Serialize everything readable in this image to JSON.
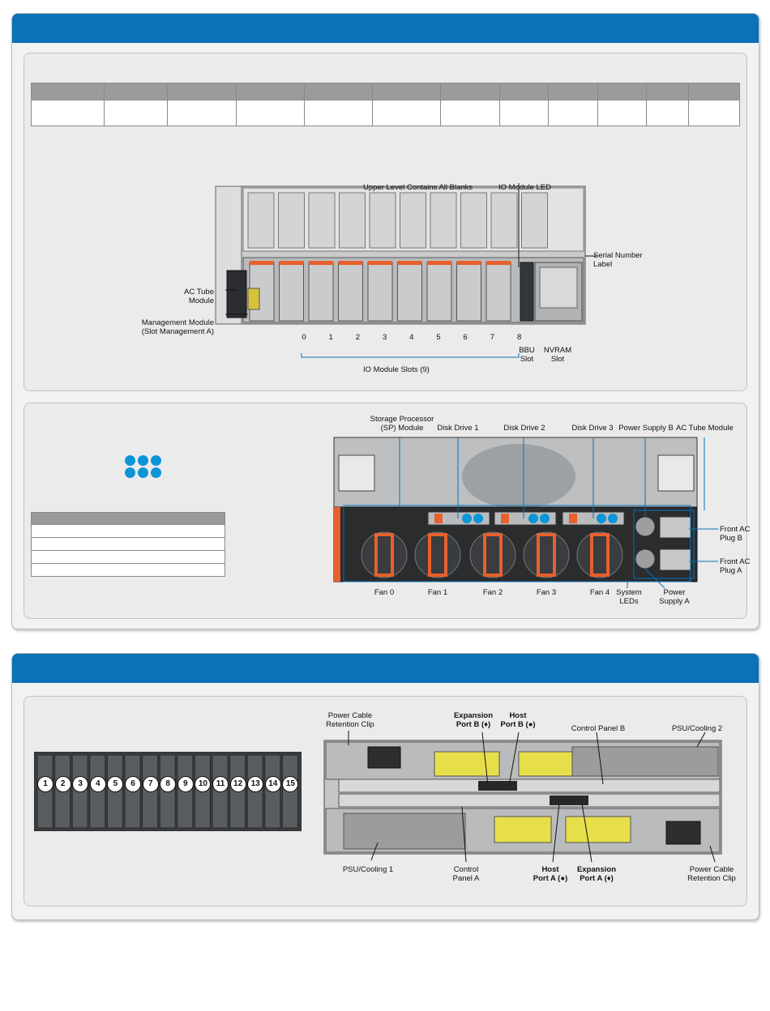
{
  "section1": {
    "rear_view_labels": {
      "upper_level": "Upper Level Contains All Blanks",
      "io_module_led": "IO Module LED",
      "serial_number": "Serial Number\nLabel",
      "ac_tube": "AC Tube\nModule",
      "management_module": "Management Module\n(Slot Management A)",
      "slots": [
        "0",
        "1",
        "2",
        "3",
        "4",
        "5",
        "6",
        "7",
        "8"
      ],
      "bbu": "BBU\nSlot",
      "nvram": "NVRAM\nSlot",
      "io_module_slots": "IO Module Slots (9)"
    },
    "front_view_labels": {
      "sp_module": "Storage Processor\n(SP) Module",
      "disk1": "Disk Drive 1",
      "disk2": "Disk Drive 2",
      "disk3": "Disk Drive 3",
      "psu_b": "Power Supply B",
      "ac_tube": "AC Tube Module",
      "front_ac_b": "Front AC\nPlug B",
      "front_ac_a": "Front AC\nPlug A",
      "fans": [
        "Fan 0",
        "Fan 1",
        "Fan 2",
        "Fan 3",
        "Fan 4"
      ],
      "system_leds": "System\nLEDs",
      "psu_a": "Power\nSupply A"
    }
  },
  "section2": {
    "drive_numbers": [
      "1",
      "2",
      "3",
      "4",
      "5",
      "6",
      "7",
      "8",
      "9",
      "10",
      "11",
      "12",
      "13",
      "14",
      "15"
    ],
    "rear_labels": {
      "power_clip_top": "Power Cable\nRetention Clip",
      "exp_b": "Expansion\nPort B (♦)",
      "host_b": "Host\nPort B (●)",
      "control_b": "Control Panel B",
      "psu2": "PSU/Cooling 2",
      "psu1": "PSU/Cooling 1",
      "control_a": "Control\nPanel A",
      "host_a": "Host\nPort A (●)",
      "exp_a": "Expansion\nPort A (♦)",
      "power_clip_bottom": "Power Cable\nRetention Clip"
    }
  },
  "colors": {
    "header_blue": "#0a72b8",
    "dot_blue": "#0a95d8",
    "accent_orange": "#e8602c"
  }
}
